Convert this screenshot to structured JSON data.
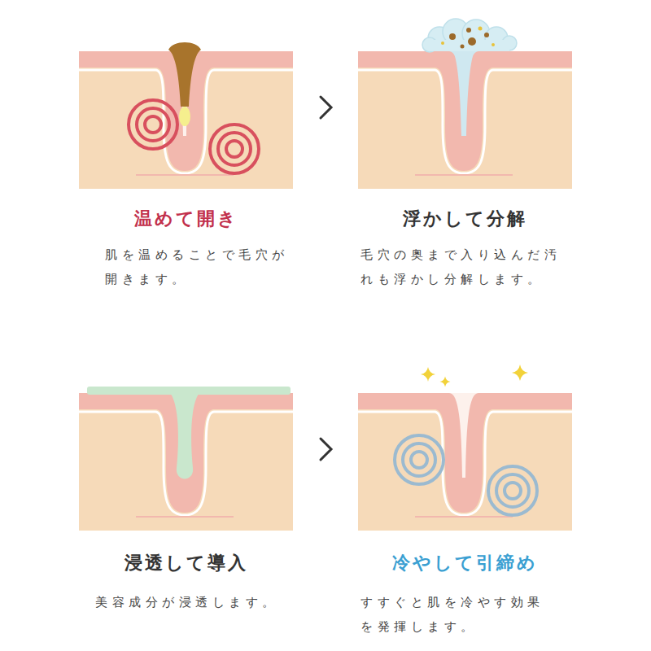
{
  "diagram": {
    "nodes": [
      {
        "text": [
          "温めて開き",
          "肌を温めることで毛穴が開きます。"
        ]
      },
      {
        "text": [
          "浮かして分解",
          "毛穴の奥まで入り込んだ汚れも浮かし分解します。"
        ]
      },
      {
        "text": [
          "浸透して導入",
          "美容成分が浸透します。"
        ]
      },
      {
        "text": [
          "冷やして引締め",
          "すすぐと肌を冷やす効果を発揮します。"
        ]
      }
    ],
    "edges": [
      {
        "from": 0,
        "to": 1,
        "arrow": "to"
      },
      {
        "from": 2,
        "to": 3,
        "arrow": "to"
      }
    ]
  }
}
